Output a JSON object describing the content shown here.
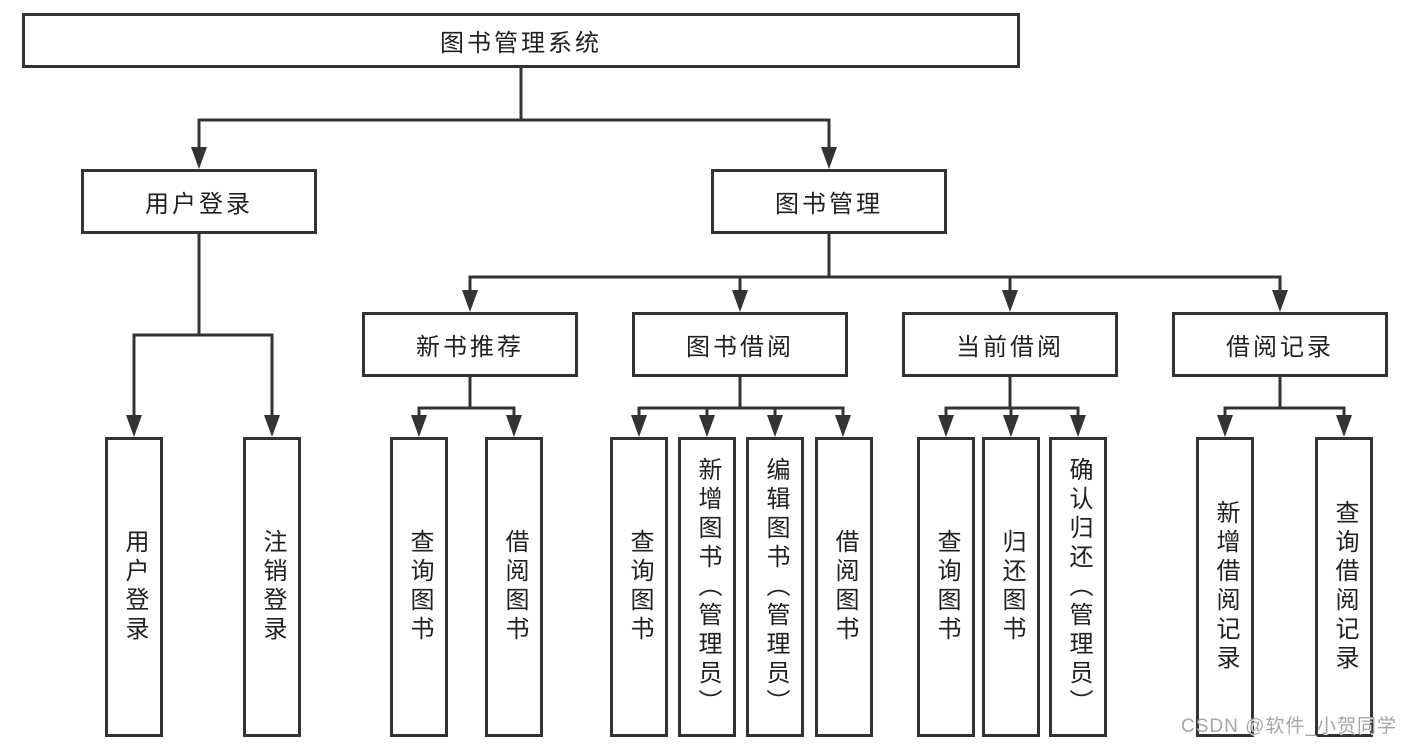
{
  "title": "图书管理系统",
  "colors": {
    "line": "#333333",
    "box_border": "#333333",
    "text": "#212121",
    "watermark": "#a6a6a6",
    "background": "#ffffff"
  },
  "tree": {
    "root": "图书管理系统",
    "level2": [
      "用户登录",
      "图书管理"
    ],
    "level3": [
      "新书推荐",
      "图书借阅",
      "当前借阅",
      "借阅记录"
    ],
    "groups": [
      {
        "parent": "用户登录",
        "items": [
          "用户登录",
          "注销登录"
        ]
      },
      {
        "parent": "新书推荐",
        "items": [
          "查询图书",
          "借阅图书"
        ]
      },
      {
        "parent": "图书借阅",
        "items": [
          "查询图书",
          "新增图书（管理员）",
          "编辑图书（管理员）",
          "借阅图书"
        ]
      },
      {
        "parent": "当前借阅",
        "items": [
          "查询图书",
          "归还图书",
          "确认归还（管理员）"
        ]
      },
      {
        "parent": "借阅记录",
        "items": [
          "新增借阅记录",
          "查询借阅记录"
        ]
      }
    ]
  },
  "watermark": "CSDN @软件_小贺同学"
}
